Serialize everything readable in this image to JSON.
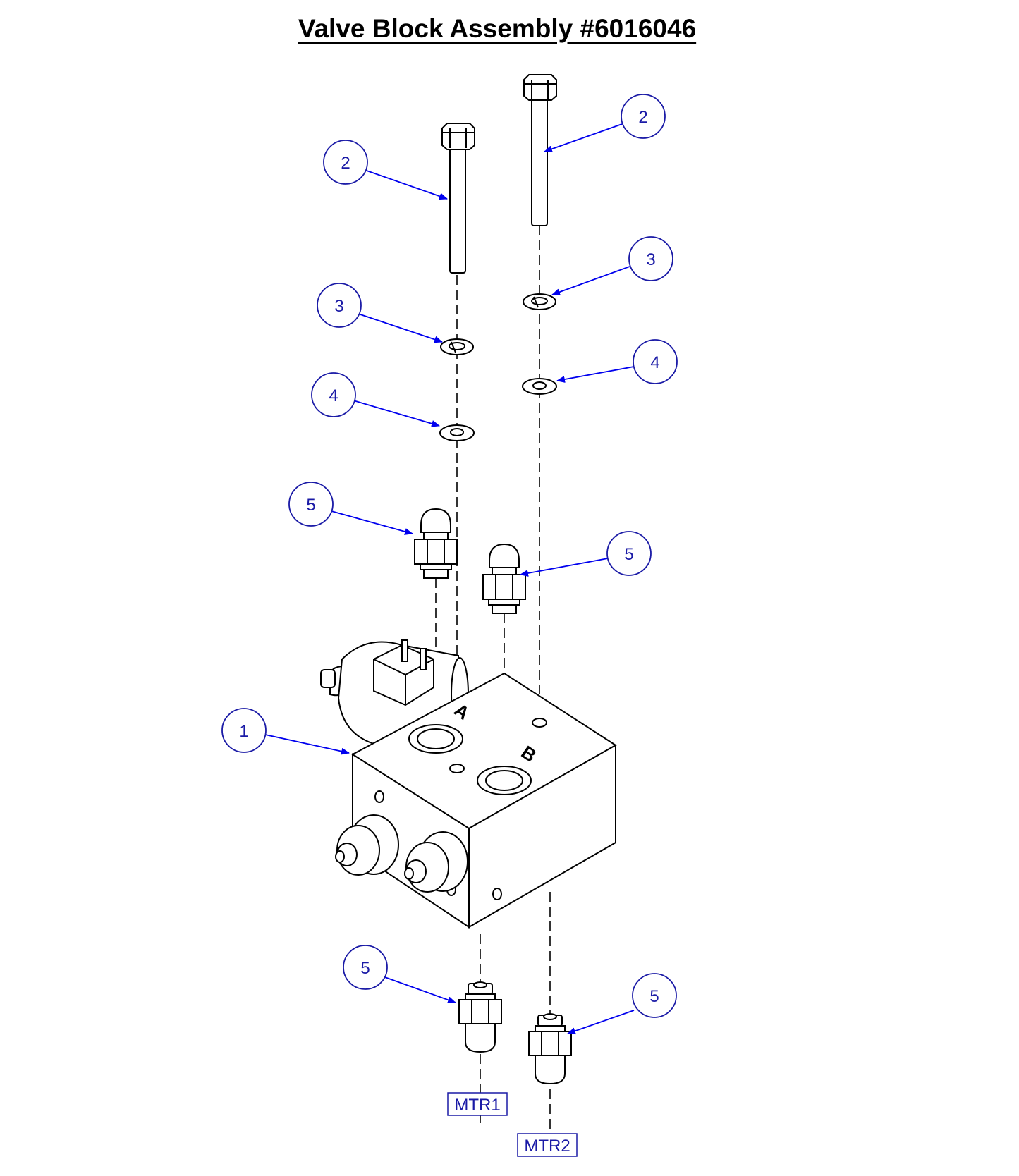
{
  "title": "Valve Block Assembly #6016046",
  "colors": {
    "balloon": "#1a1aa6",
    "leader": "#0000ee",
    "line": "#000000"
  },
  "callouts": {
    "c1": "1",
    "c2a": "2",
    "c2b": "2",
    "c3a": "3",
    "c3b": "3",
    "c4a": "4",
    "c4b": "4",
    "c5a": "5",
    "c5b": "5",
    "c5c": "5",
    "c5d": "5"
  },
  "port_labels": {
    "a": "A",
    "b": "B"
  },
  "tags": {
    "mtr1": "MTR1",
    "mtr2": "MTR2"
  }
}
